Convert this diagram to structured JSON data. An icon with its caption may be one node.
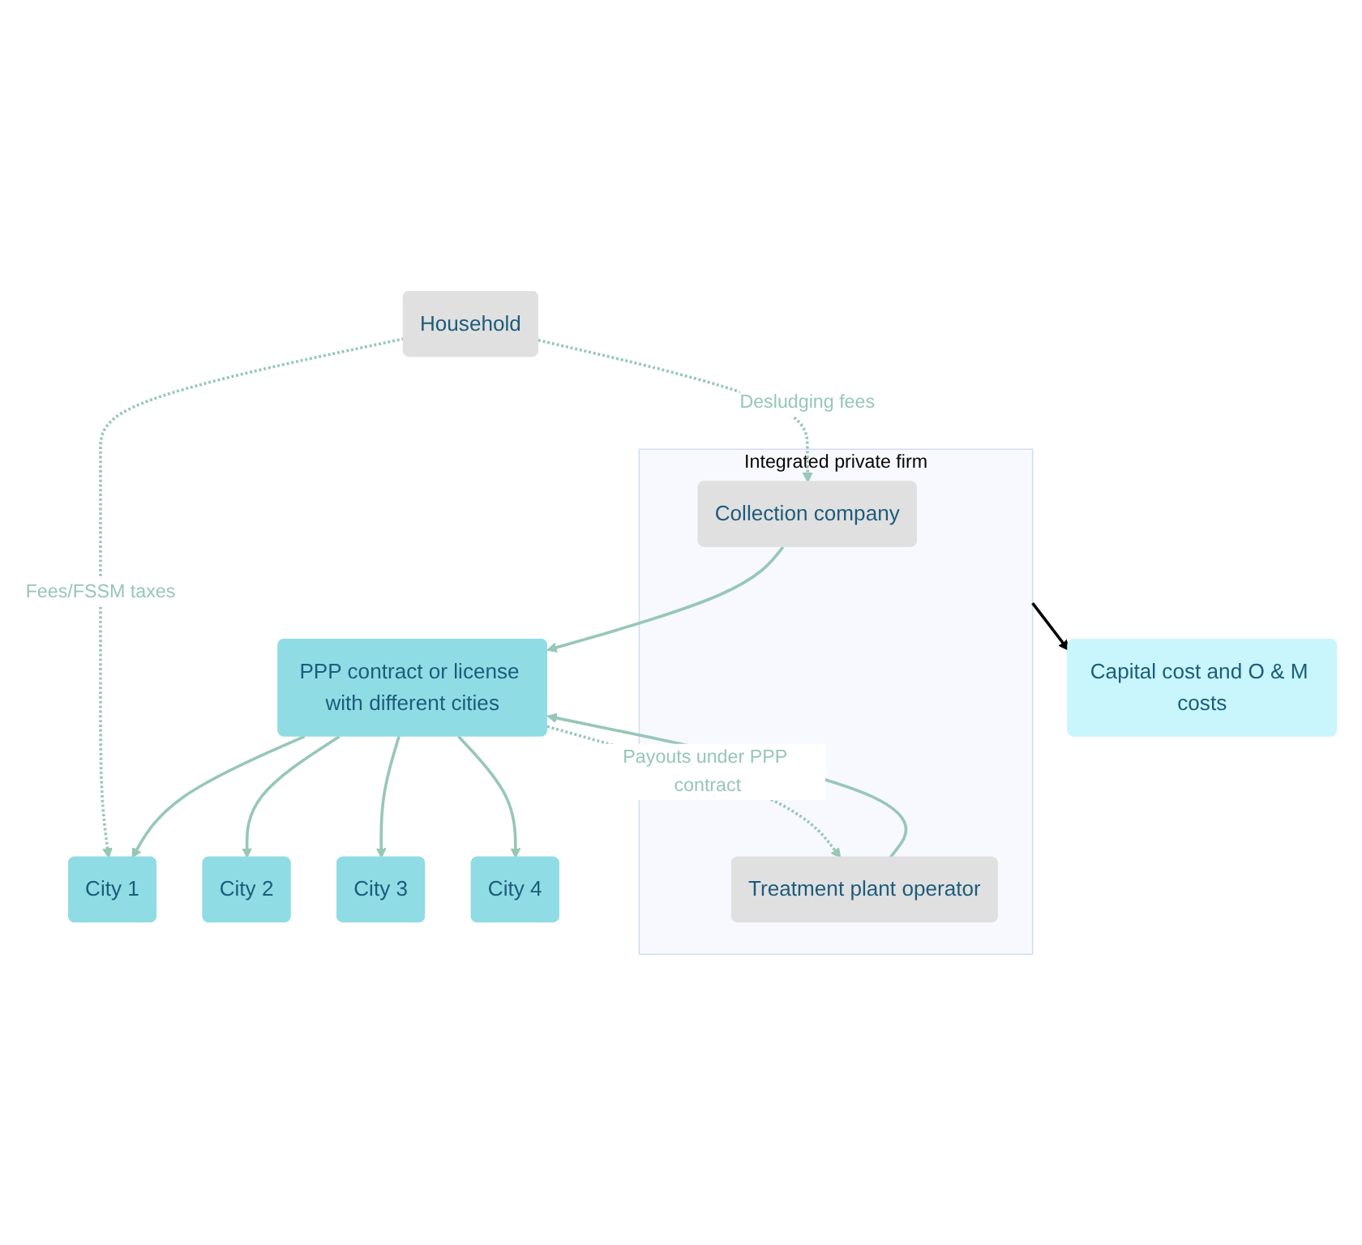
{
  "diagram": {
    "nodes": [
      {
        "text": [
          "Capital cost and O & M costs"
        ]
      },
      {
        "text": [
          "Integrated private firm"
        ]
      },
      {
        "text": [
          "Collection company"
        ],
        "in": 1
      },
      {
        "text": [
          "Treatment plant operator"
        ],
        "in": 1
      },
      {
        "text": [
          "PPP contract or license with different cities"
        ]
      },
      {
        "text": [
          "City 1"
        ]
      },
      {
        "text": [
          "City 2"
        ]
      },
      {
        "text": [
          "City 3"
        ]
      },
      {
        "text": [
          "City 4"
        ]
      },
      {
        "text": [
          "Household"
        ]
      }
    ],
    "edges": [
      {
        "from": 1,
        "to": 0,
        "arrow": "to",
        "color": "#000000"
      },
      {
        "from": 2,
        "to": 4,
        "arrow": "to"
      },
      {
        "from": 3,
        "to": 4,
        "arrow": "to"
      },
      {
        "from": 4,
        "to": 3,
        "arrow": "to",
        "style": "dashed",
        "label": "Payouts under PPP contract"
      },
      {
        "from": 4,
        "to": 5,
        "arrow": "to"
      },
      {
        "from": 4,
        "to": 6,
        "arrow": "to"
      },
      {
        "from": 4,
        "to": 7,
        "arrow": "to"
      },
      {
        "from": 4,
        "to": 8,
        "arrow": "to"
      },
      {
        "from": 9,
        "to": 5,
        "arrow": "to",
        "style": "dashed",
        "label": "Fees/FSSM taxes"
      },
      {
        "from": 9,
        "to": 2,
        "arrow": "to",
        "style": "dashed",
        "label": "Desludging fees"
      }
    ]
  }
}
